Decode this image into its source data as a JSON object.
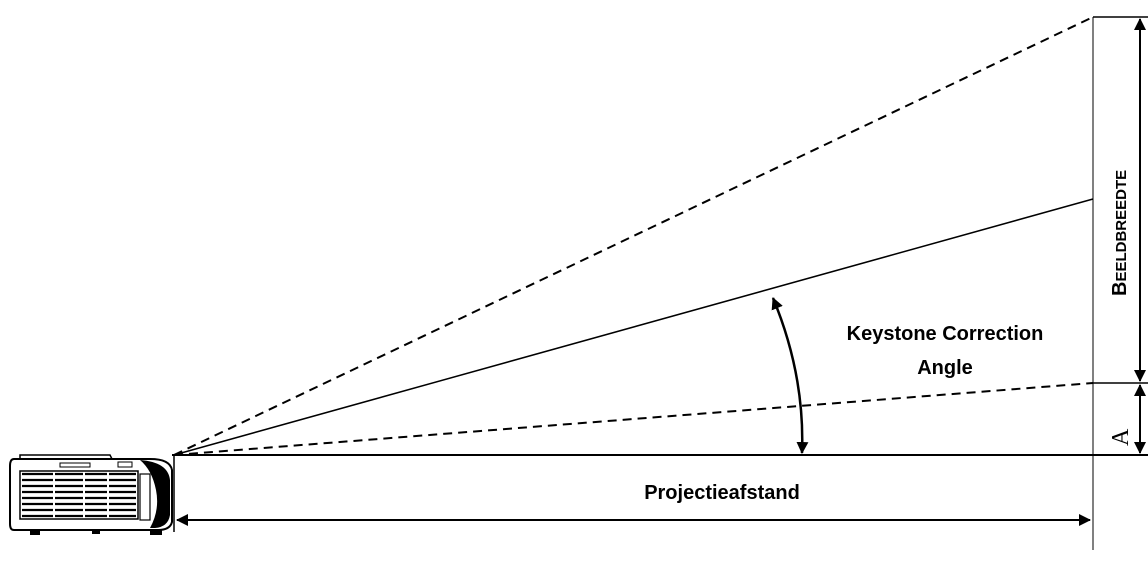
{
  "labels": {
    "keystone_line1": "Keystone Correction",
    "keystone_line2": "Angle",
    "projection_distance": "Projectieafstand",
    "image_width_first": "B",
    "image_width_rest": "EELDBREEDTE",
    "offset": "A"
  },
  "colors": {
    "line": "#000000",
    "background": "#ffffff",
    "projector_body": "#ffffff"
  },
  "icons": {
    "projector": "projector-icon"
  }
}
